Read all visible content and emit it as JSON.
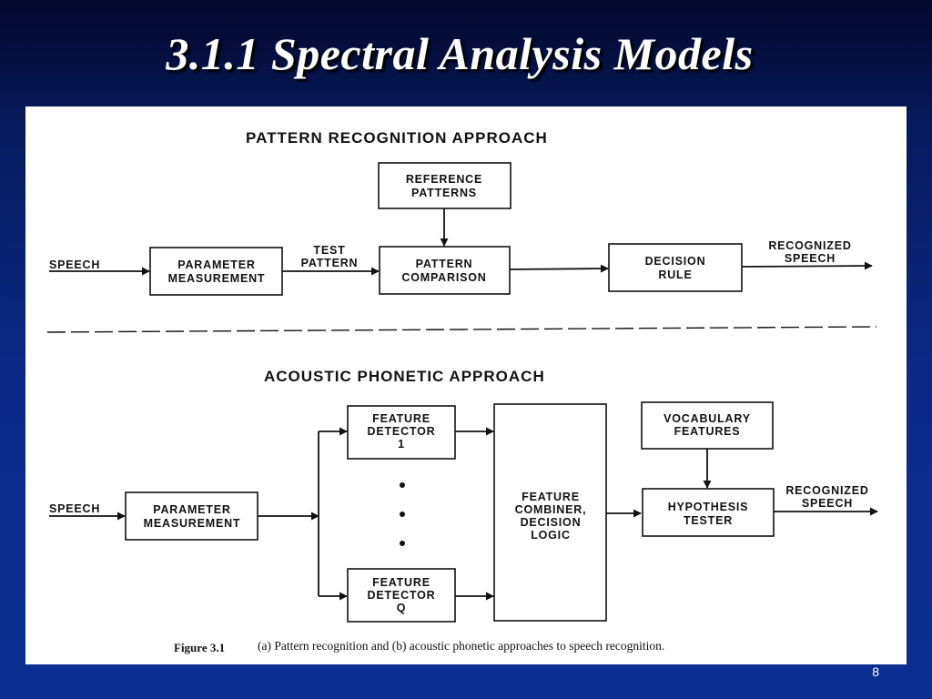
{
  "slide": {
    "title": "3.1.1 Spectral Analysis Models",
    "page_number": "8"
  },
  "figure": {
    "pattern_recognition": {
      "heading": "PATTERN RECOGNITION APPROACH",
      "input_label": "SPEECH",
      "parameter_measurement": [
        "PARAMETER",
        "MEASUREMENT"
      ],
      "test_pattern": [
        "TEST",
        "PATTERN"
      ],
      "reference_patterns": [
        "REFERENCE",
        "PATTERNS"
      ],
      "pattern_comparison": [
        "PATTERN",
        "COMPARISON"
      ],
      "decision_rule": [
        "DECISION",
        "RULE"
      ],
      "output_label": [
        "RECOGNIZED",
        "SPEECH"
      ]
    },
    "acoustic_phonetic": {
      "heading": "ACOUSTIC PHONETIC APPROACH",
      "input_label": "SPEECH",
      "parameter_measurement": [
        "PARAMETER",
        "MEASUREMENT"
      ],
      "feature_detector_1": [
        "FEATURE",
        "DETECTOR",
        "1"
      ],
      "feature_detector_q": [
        "FEATURE",
        "DETECTOR",
        "Q"
      ],
      "feature_combiner": [
        "FEATURE",
        "COMBINER,",
        "DECISION",
        "LOGIC"
      ],
      "vocabulary_features": [
        "VOCABULARY",
        "FEATURES"
      ],
      "hypothesis_tester": [
        "HYPOTHESIS",
        "TESTER"
      ],
      "output_label": [
        "RECOGNIZED",
        "SPEECH"
      ]
    },
    "caption_label": "Figure 3.1",
    "caption_text": "(a) Pattern recognition and (b) acoustic phonetic approaches to speech recognition."
  }
}
